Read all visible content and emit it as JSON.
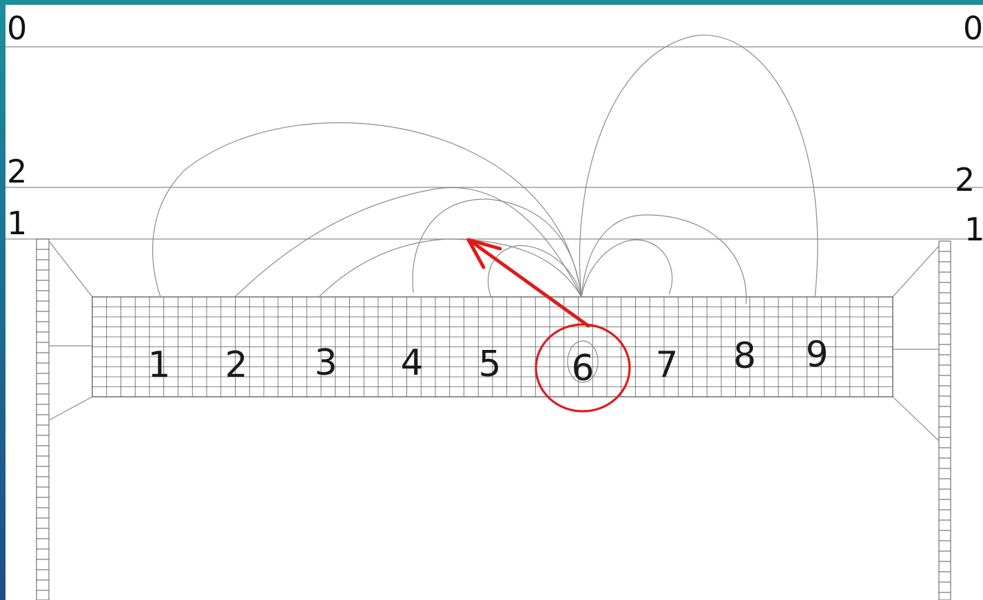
{
  "diagram": {
    "level_lines": [
      {
        "label_left": "0",
        "label_right": "0"
      },
      {
        "label_left": "2",
        "label_right": "2"
      },
      {
        "label_left": "1",
        "label_right": "1"
      }
    ],
    "zones": [
      "1",
      "2",
      "3",
      "4",
      "5",
      "6",
      "7",
      "8",
      "9"
    ],
    "highlighted_zone": "6",
    "colors": {
      "background_frame": "#1b6f94",
      "line": "#8a8a8a",
      "grid": "#5a5a5a",
      "annotation": "#e11a1a"
    },
    "icons": [
      "circle-highlight",
      "arrow-up-left"
    ]
  }
}
